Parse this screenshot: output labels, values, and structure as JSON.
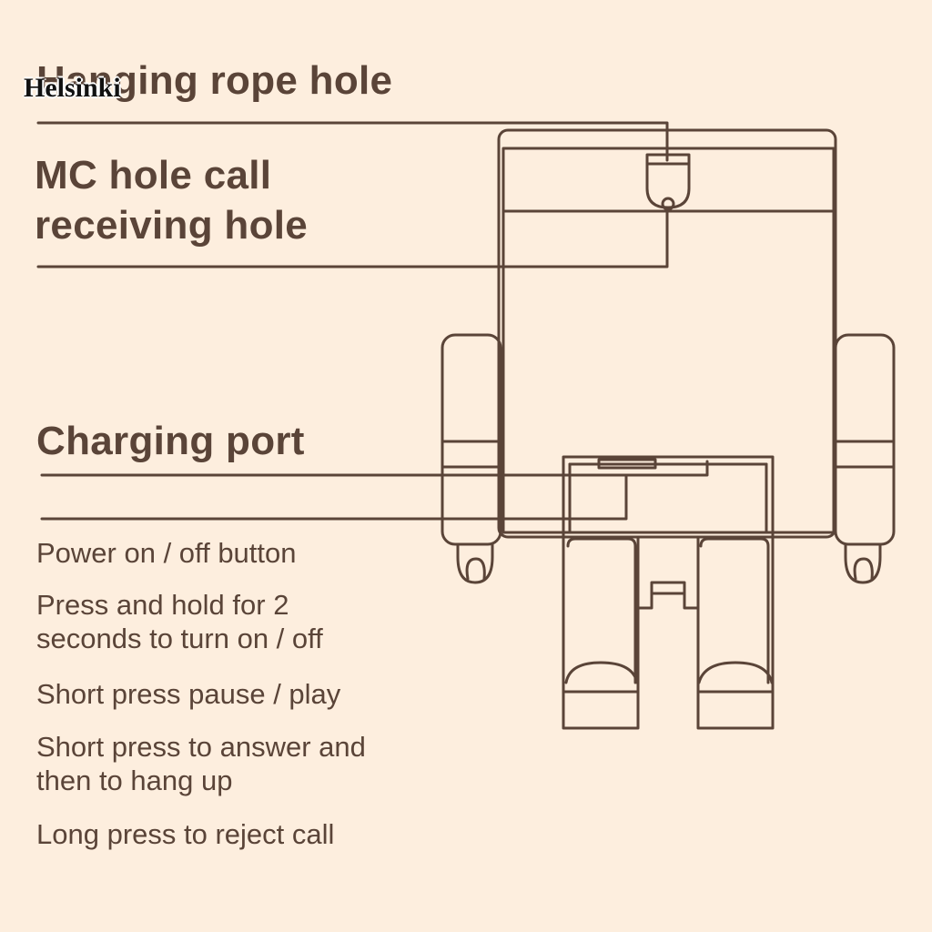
{
  "watermark": "Helsinki",
  "callouts": {
    "hanging_rope_hole": "Hanging rope hole",
    "mc_hole_line1": "MC hole call",
    "mc_hole_line2": "receiving hole",
    "charging_port": "Charging port",
    "power_button": "Power on / off button"
  },
  "instructions": {
    "press_hold_line1": "Press and hold for 2",
    "press_hold_line2": "seconds to turn on / off",
    "pause_play": "Short press pause / play",
    "answer_line1": "Short press to answer and",
    "answer_line2": "then to hang up",
    "reject": "Long press to reject call"
  },
  "colors": {
    "background": "#fdeede",
    "line": "#5a4438"
  }
}
